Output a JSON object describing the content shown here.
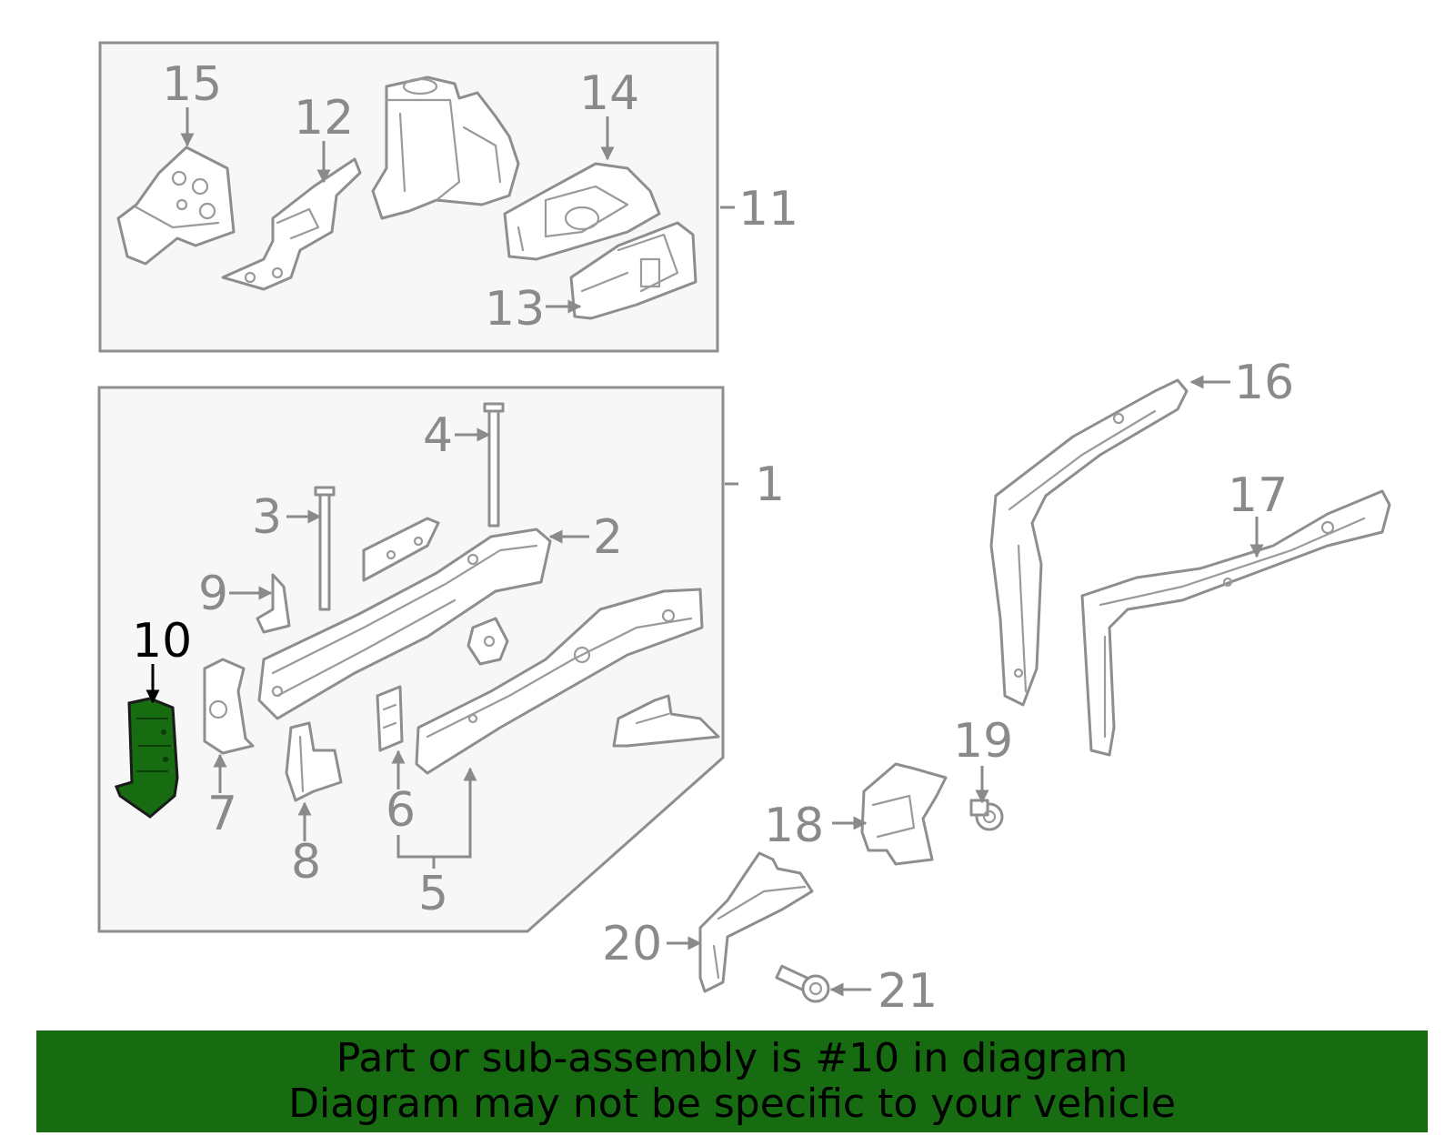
{
  "highlight_color": "#176b11",
  "callouts": {
    "c1": "1",
    "c2": "2",
    "c3": "3",
    "c4": "4",
    "c5": "5",
    "c6": "6",
    "c7": "7",
    "c8": "8",
    "c9": "9",
    "c10": "10",
    "c11": "11",
    "c12": "12",
    "c13": "13",
    "c14": "14",
    "c15": "15",
    "c16": "16",
    "c17": "17",
    "c18": "18",
    "c19": "19",
    "c20": "20",
    "c21": "21"
  },
  "banner": {
    "line1": "Part or sub-assembly is #10 in diagram",
    "line2": "Diagram may not be specific to your vehicle"
  }
}
